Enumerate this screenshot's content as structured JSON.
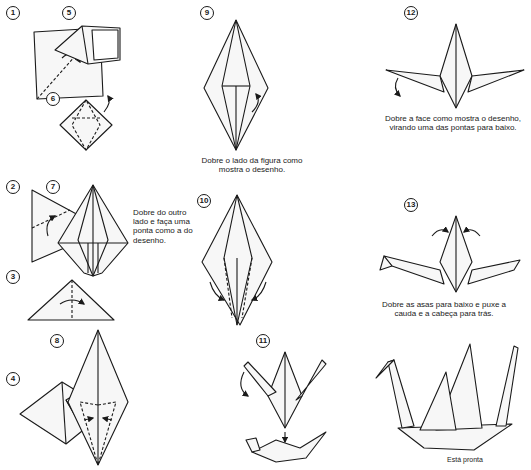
{
  "diagram": {
    "labels": [
      "1",
      "5",
      "9",
      "12",
      "6",
      "Dobre o lado da figura como mostra o desenho.",
      "Dobre a face como mostra o desenho, virando uma das pontas para baixo.",
      "2",
      "7",
      "Dobre do outro lado e faça uma ponta como a do desenho.",
      "10",
      "13",
      "3",
      "Dobre as asas para baixo e puxe a cauda e a cabeça para trás.",
      "8",
      "11",
      "4",
      "Está pronta"
    ]
  }
}
